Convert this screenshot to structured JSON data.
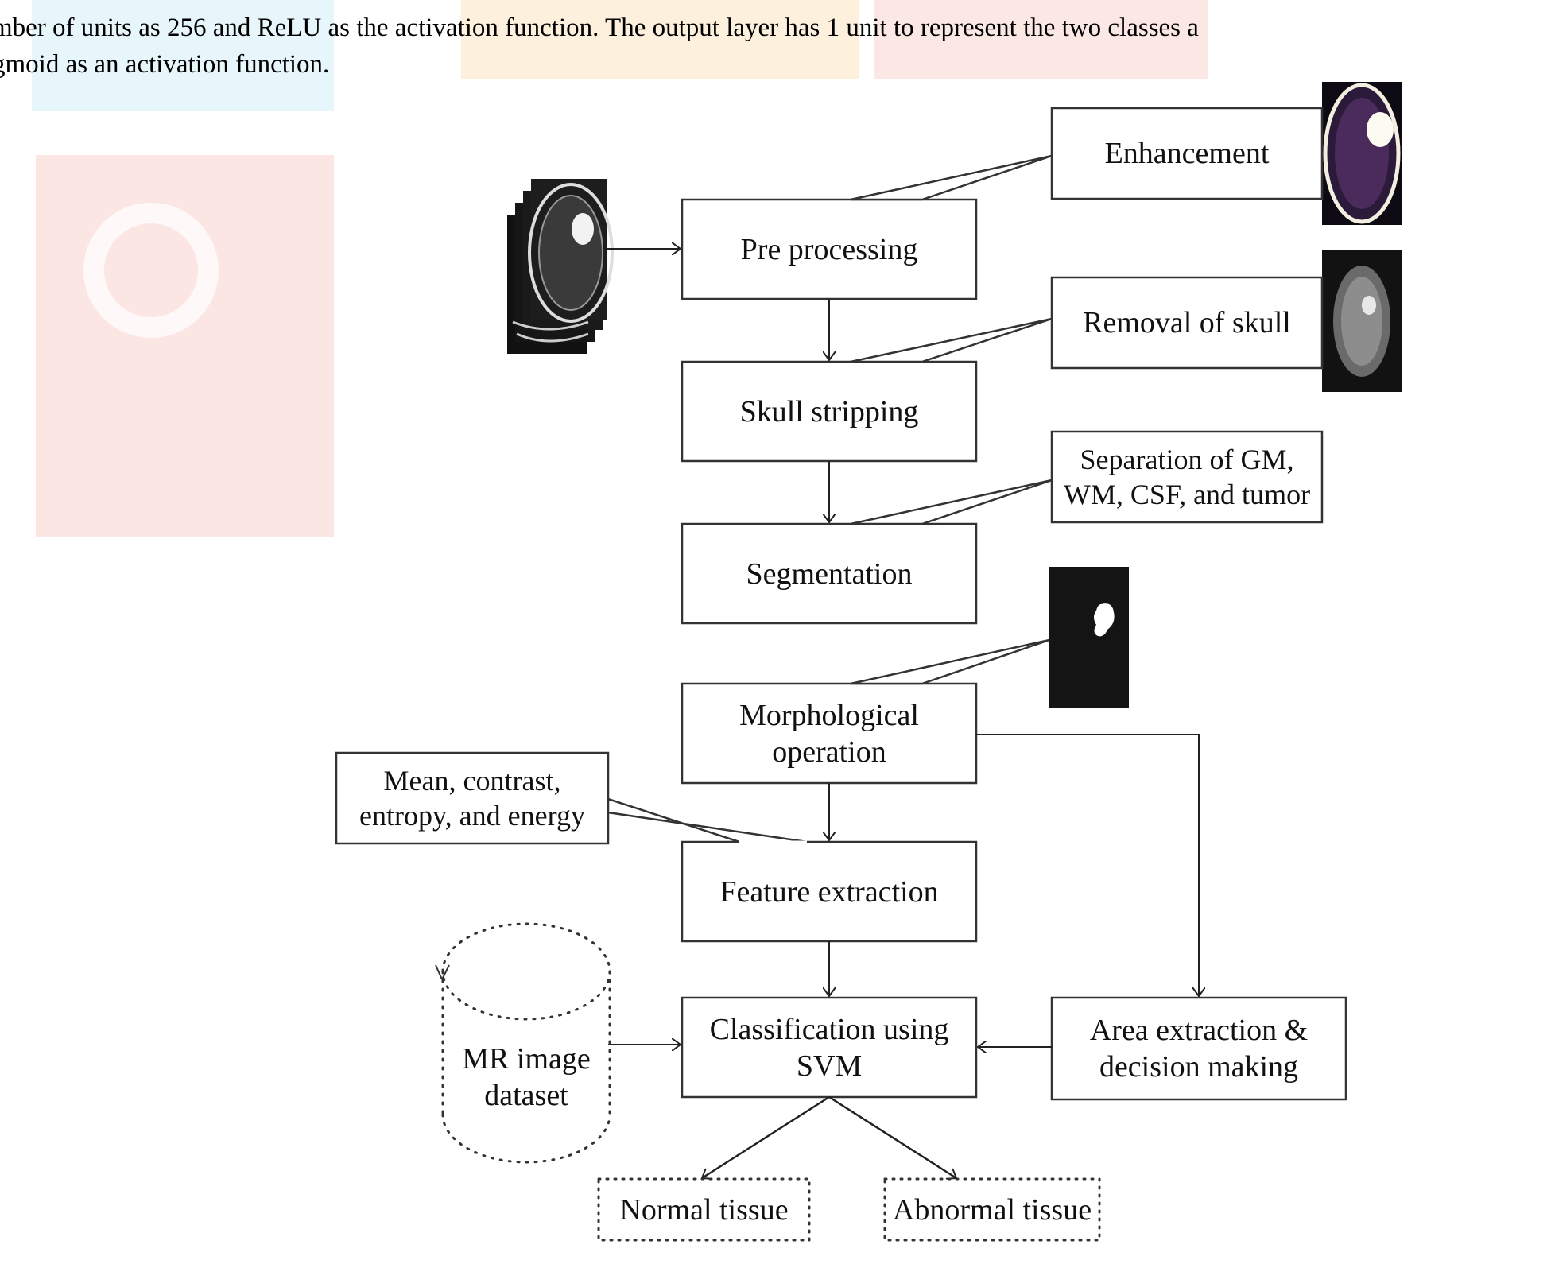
{
  "intro": {
    "line1": "mber of units as 256 and ReLU as the activation function. The output layer has 1 unit to represent the two classes a",
    "line2": "gmoid as an activation function."
  },
  "diagram": {
    "nodes": {
      "preprocessing": "Pre processing",
      "skull_stripping": "Skull stripping",
      "segmentation": "Segmentation",
      "morphological": "Morphological\noperation",
      "feature_extraction": "Feature extraction",
      "classification": "Classification using\nSVM",
      "enhancement": "Enhancement",
      "removal_skull": "Removal of skull",
      "separation": "Separation of GM,\nWM, CSF, and tumor",
      "features_note": "Mean, contrast,\nentropy, and energy",
      "area_extraction": "Area extraction &\ndecision making",
      "dataset": "MR image\ndataset",
      "normal": "Normal tissue",
      "abnormal": "Abnormal tissue"
    }
  }
}
